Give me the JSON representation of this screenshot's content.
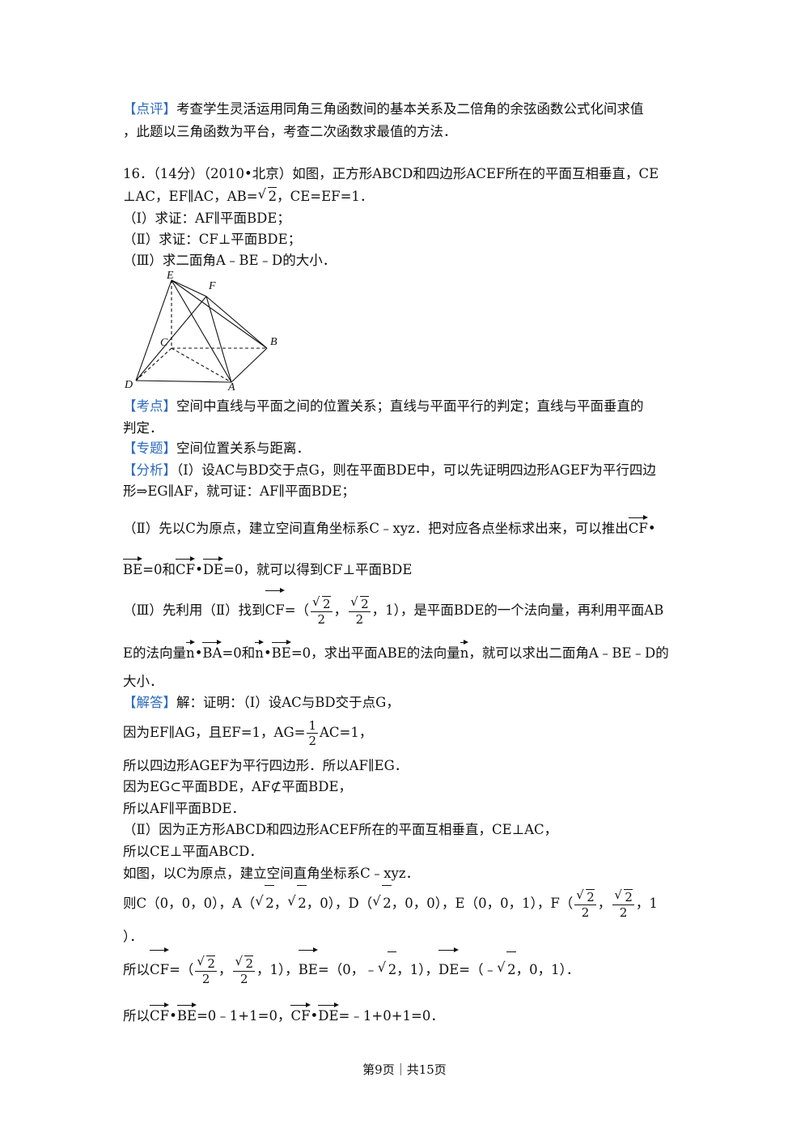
{
  "review": {
    "tag": "【点评】",
    "line1": "考查学生灵活运用同角三角函数间的基本关系及二倍角的余弦函数公式化间求值",
    "line2": "，此题以三角函数为平台，考查二次函数求最值的方法．"
  },
  "problem": {
    "line1": "16．（14分）（2010•北京）如图，正方形ABCD和四边形ACEF所在的平面互相垂直，CE",
    "line2_pre": "⊥AC，EF∥AC，AB=",
    "line2_rad": "2",
    "line2_post": "，CE=EF=1．",
    "q1": "（Ⅰ）求证：AF∥平面BDE；",
    "q2": "（Ⅱ）求证：CF⊥平面BDE；",
    "q3": "（Ⅲ）求二面角A﹣BE﹣D的大小．"
  },
  "figure_labels": {
    "E": "E",
    "F": "F",
    "C": "C",
    "B": "B",
    "D": "D",
    "A": "A"
  },
  "kaodian": {
    "tag": "【考点】",
    "line1": "空间中直线与平面之间的位置关系；直线与平面平行的判定；直线与平面垂直的",
    "line2": "判定．"
  },
  "zhuanti": {
    "tag": "【专题】",
    "text": "空间位置关系与距离．"
  },
  "fenxi": {
    "tag": "【分析】",
    "line1": "（Ⅰ）设AC与BD交于点G，则在平面BDE中，可以先证明四边形AGEF为平行四边",
    "line2": "形⇒EG∥AF，就可证：AF∥平面BDE；",
    "line3": "（Ⅱ）先以C为原点，建立空间直角坐标系C﹣xyz．把对应各点坐标求出来，可以推出",
    "cf": "CF",
    "dot": "•",
    "be": "BE",
    "de": "DE",
    "ba": "BA",
    "n": "n",
    "line4_a": "=0和",
    "line4_b": "=0，就可以得到CF⊥平面BDE",
    "line5_a": "（Ⅲ）先利用（Ⅱ）找到",
    "line5_b": "=（",
    "line5_c": "，1），是平面BDE的一个法向量，再利用平面AB",
    "line6_a": "E的法向量",
    "line6_b": "=0和",
    "line6_c": "=0，求出平面ABE的法向量",
    "line6_d": "，就可以求出二面角A﹣BE﹣D的",
    "line7": "大小．"
  },
  "sqrt2": "2",
  "two": "2",
  "one": "1",
  "comma": "，",
  "jieda": {
    "tag": "【解答】",
    "line1": "解：证明：（Ⅰ）设AC与BD交于点G，",
    "line2_a": "因为EF∥AG，且EF=1，AG=",
    "line2_b": "AC=1，",
    "line3": "所以四边形AGEF为平行四边形．所以AF∥EG．",
    "line4": "因为EG⊂平面BDE，AF⊄平面BDE，",
    "line5": "所以AF∥平面BDE．",
    "line6": "（Ⅱ）因为正方形ABCD和四边形ACEF所在的平面互相垂直，CE⊥AC，",
    "line7": "所以CE⊥平面ABCD．",
    "line8": "如图，以C为原点，建立空间直角坐标系C﹣xyz．",
    "line9_a": "则C（0，0，0），A（",
    "line9_b": "，0），D（",
    "line9_c": "，0，0），E（0，0，1），F（",
    "line9_d": "，1",
    "line10": "）．",
    "line11_a": "所以",
    "line11_b": "，1），",
    "line11_c": "=（0，﹣",
    "line11_d": "，1），",
    "line11_e": "=（﹣",
    "line11_f": "，0，1）．",
    "line12_a": "所以",
    "line12_b": "=0﹣1+1=0，",
    "line12_c": "=﹣1+0+1=0．"
  },
  "footer": "第9页｜共15页"
}
